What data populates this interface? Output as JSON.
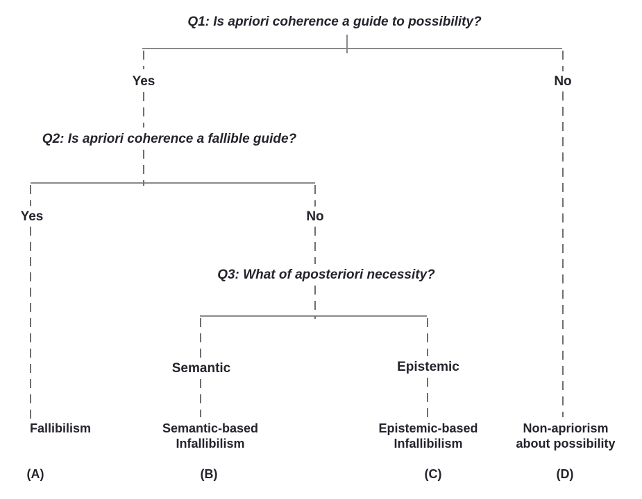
{
  "colors": {
    "text": "#23242c",
    "solid_line": "#8a8a8a",
    "dashed_line": "#6f6f6f",
    "background": "#ffffff"
  },
  "tree": {
    "q1": "Q1: Is apriori coherence a guide to possibility?",
    "q1_yes": "Yes",
    "q1_no": "No",
    "q2": "Q2: Is apriori coherence a fallible guide?",
    "q2_yes": "Yes",
    "q2_no": "No",
    "q3": "Q3: What of aposteriori necessity?",
    "q3_semantic": "Semantic",
    "q3_epistemic": "Epistemic",
    "outcomes": {
      "a": {
        "label": "Fallibilism",
        "tag": "(A)"
      },
      "b": {
        "line1": "Semantic-based",
        "line2": "Infallibilism",
        "tag": "(B)"
      },
      "c": {
        "line1": "Epistemic-based",
        "line2": "Infallibilism",
        "tag": "(C)"
      },
      "d": {
        "line1": "Non-apriorism",
        "line2": "about possibility",
        "tag": "(D)"
      }
    }
  }
}
